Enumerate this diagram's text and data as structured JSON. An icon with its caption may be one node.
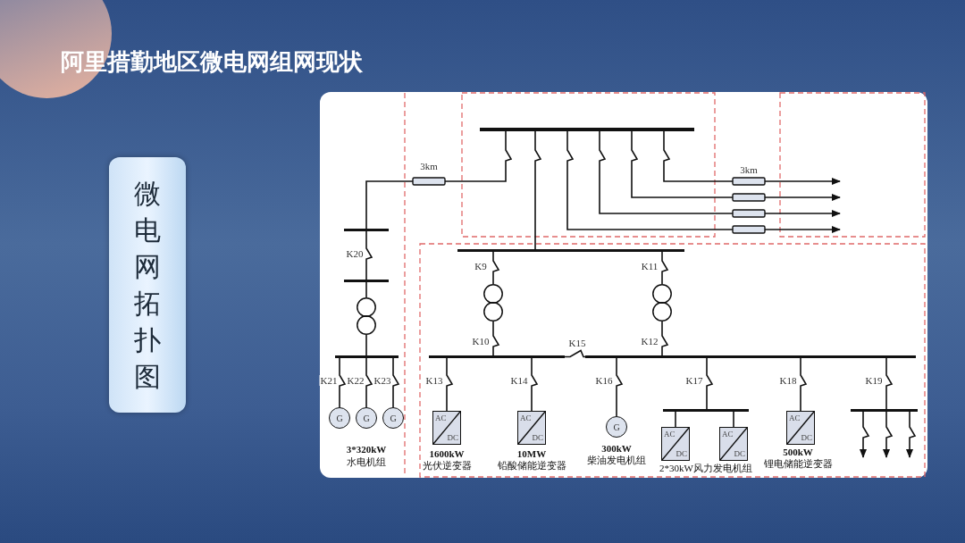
{
  "diagram": {
    "title": "阿里措勤地区微电网组网现状",
    "nodes": [
      {
        "text": [
          "微电网拓扑图"
        ]
      },
      {
        "text": [],
        "shape": "bar"
      },
      {
        "text": [],
        "shape": "bar"
      },
      {
        "text": [],
        "shape": "bar"
      },
      {
        "text": [],
        "shape": "transformer"
      },
      {
        "text": [],
        "shape": "bar"
      },
      {
        "text": [
          "G"
        ]
      },
      {
        "text": [
          "G"
        ]
      },
      {
        "text": [
          "G"
        ]
      },
      {
        "text": [],
        "shape": "bar"
      },
      {
        "text": [],
        "shape": "transformer"
      },
      {
        "text": [],
        "shape": "transformer"
      },
      {
        "text": [],
        "shape": "bar"
      },
      {
        "text": [],
        "shape": "bar"
      },
      {
        "text": [
          "AC",
          "DC"
        ],
        "beside": [
          "1600kW",
          "光伏逆变器"
        ]
      },
      {
        "text": [
          "AC",
          "DC"
        ],
        "beside": [
          "10MW",
          "铅酸储能逆变器"
        ]
      },
      {
        "text": [
          "G"
        ],
        "beside": [
          "300kW",
          "柴油发电机组"
        ]
      },
      {
        "text": [],
        "shape": "bar"
      },
      {
        "text": [
          "AC",
          "DC"
        ]
      },
      {
        "text": [
          "AC",
          "DC"
        ]
      },
      {
        "text": [
          "AC",
          "DC"
        ],
        "beside": [
          "500kW",
          "锂电储能逆变器"
        ]
      },
      {
        "text": [],
        "shape": "bar"
      }
    ],
    "edges": [
      {
        "from": 1,
        "to": 2,
        "arrow": "none",
        "label": "3km"
      },
      {
        "from": 2,
        "to": 3,
        "arrow": "none",
        "label": "K20"
      },
      {
        "from": 3,
        "to": 4,
        "arrow": "none"
      },
      {
        "from": 4,
        "to": 5,
        "arrow": "none"
      },
      {
        "from": 5,
        "to": 6,
        "arrow": "none",
        "label": "K21"
      },
      {
        "from": 5,
        "to": 7,
        "arrow": "none",
        "label": "K22"
      },
      {
        "from": 5,
        "to": 8,
        "arrow": "none",
        "label": "K23"
      },
      {
        "from": 1,
        "to": 9,
        "arrow": "none"
      },
      {
        "from": 9,
        "to": 10,
        "arrow": "none",
        "label": "K9"
      },
      {
        "from": 10,
        "to": 12,
        "arrow": "none",
        "label": "K10"
      },
      {
        "from": 9,
        "to": 11,
        "arrow": "none",
        "label": "K11"
      },
      {
        "from": 11,
        "to": 13,
        "arrow": "none",
        "label": "K12"
      },
      {
        "from": 12,
        "to": 13,
        "arrow": "none",
        "label": "K15"
      },
      {
        "from": 12,
        "to": 14,
        "arrow": "none",
        "label": "K13"
      },
      {
        "from": 12,
        "to": 15,
        "arrow": "none",
        "label": "K14"
      },
      {
        "from": 13,
        "to": 16,
        "arrow": "none",
        "label": "K16"
      },
      {
        "from": 13,
        "to": 17,
        "arrow": "none",
        "label": "K17"
      },
      {
        "from": 17,
        "to": 18,
        "arrow": "none"
      },
      {
        "from": 17,
        "to": 19,
        "arrow": "none"
      },
      {
        "from": 13,
        "to": 20,
        "arrow": "none",
        "label": "K18"
      },
      {
        "from": 13,
        "to": 21,
        "arrow": "none",
        "label": "K19"
      },
      {
        "from": 1,
        "to": null,
        "arrow": "to",
        "label": "3km"
      },
      {
        "from": 1,
        "to": null,
        "arrow": "to"
      },
      {
        "from": 1,
        "to": null,
        "arrow": "to"
      },
      {
        "from": 1,
        "to": null,
        "arrow": "to"
      },
      {
        "from": 21,
        "to": null,
        "arrow": "to"
      },
      {
        "from": 21,
        "to": null,
        "arrow": "to"
      },
      {
        "from": 21,
        "to": null,
        "arrow": "to"
      }
    ],
    "labels": [
      "3*320kW",
      "水电机组",
      "2*30kW风力发电机组"
    ]
  }
}
